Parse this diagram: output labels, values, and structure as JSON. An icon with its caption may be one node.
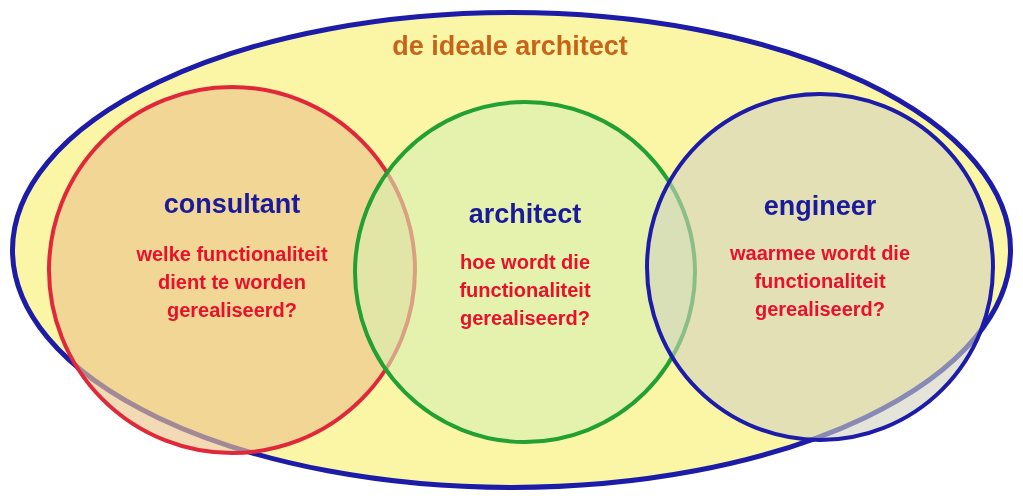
{
  "diagram": {
    "nodes": [
      {
        "text": [
          "de ideale architect"
        ]
      },
      {
        "text": [
          "consultant",
          "welke functionaliteit dient te worden gerealiseerd?"
        ],
        "in": 0
      },
      {
        "text": [
          "architect",
          "hoe wordt die functionaliteit gerealiseerd?"
        ],
        "in": 0
      },
      {
        "text": [
          "engineer",
          "waarmee wordt die functionaliteit gerealiseerd?"
        ],
        "in": 0
      }
    ]
  }
}
